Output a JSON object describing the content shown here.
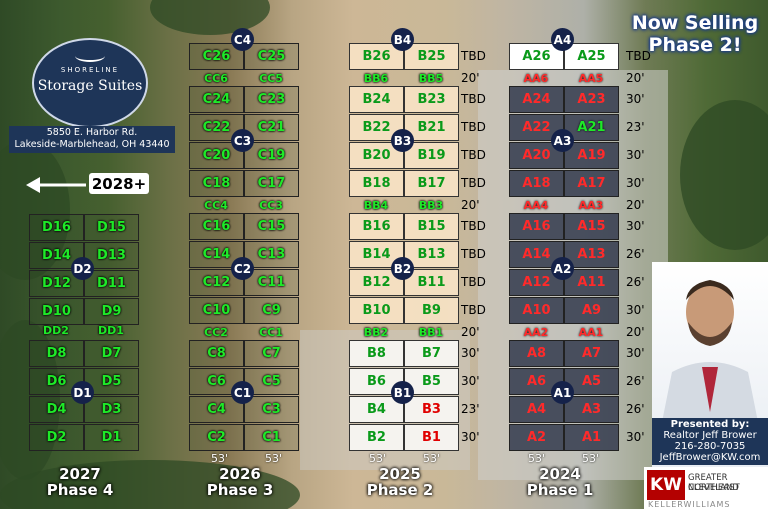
{
  "brand": {
    "name_top": "SHORELINE",
    "name_main": "Storage Suites",
    "address_line1": "5850 E. Harbor Rd.",
    "address_line2": "Lakeside-Marblehead, OH 43440"
  },
  "arrow_label": "2028+",
  "banner": {
    "line1": "Now Selling",
    "line2": "Phase 2!"
  },
  "agent": {
    "presented_by": "Presented by:",
    "name": "Realtor Jeff Brower",
    "phone": "216-280-7035",
    "email": "JeffBrower@KW.com"
  },
  "kw": {
    "mark": "KW",
    "line1": "GREATER CLEVELAND",
    "line2": "NORTHEAST",
    "line3": "KELLERWILLIAMS"
  },
  "colors": {
    "available_green": "#1eea28",
    "sold_red": "#ff2a2a",
    "badge_navy": "#15224a"
  },
  "phases": [
    {
      "year": "2027",
      "label": "Phase 4"
    },
    {
      "year": "2026",
      "label": "Phase 3"
    },
    {
      "year": "2025",
      "label": "Phase 2"
    },
    {
      "year": "2024",
      "label": "Phase 1"
    }
  ],
  "buildings": {
    "D": {
      "badges": [
        "D2",
        "D1"
      ],
      "rows": [
        [
          "D16",
          "D15"
        ],
        [
          "D14",
          "D13"
        ],
        [
          "D12",
          "D11"
        ],
        [
          "D10",
          "D9"
        ],
        [
          "DD2",
          "DD1"
        ],
        [
          "D8",
          "D7"
        ],
        [
          "D6",
          "D5"
        ],
        [
          "D4",
          "D3"
        ],
        [
          "D2",
          "D1"
        ]
      ]
    },
    "C": {
      "badges": [
        "C4",
        "C3",
        "C2",
        "C1"
      ],
      "rows": [
        [
          "C26",
          "C25"
        ],
        [
          "CC6",
          "CC5"
        ],
        [
          "C24",
          "C23"
        ],
        [
          "C22",
          "C21"
        ],
        [
          "C20",
          "C19"
        ],
        [
          "C18",
          "C17"
        ],
        [
          "CC4",
          "CC3"
        ],
        [
          "C16",
          "C15"
        ],
        [
          "C14",
          "C13"
        ],
        [
          "C12",
          "C11"
        ],
        [
          "C10",
          "C9"
        ],
        [
          "CC2",
          "CC1"
        ],
        [
          "C8",
          "C7"
        ],
        [
          "C6",
          "C5"
        ],
        [
          "C4",
          "C3"
        ],
        [
          "C2",
          "C1"
        ]
      ],
      "bottom_dims": [
        "53'",
        "53'"
      ]
    },
    "B": {
      "badges": [
        "B4",
        "B3",
        "B2",
        "B1"
      ],
      "rows": [
        [
          "B26",
          "B25"
        ],
        [
          "BB6",
          "BB5"
        ],
        [
          "B24",
          "B23"
        ],
        [
          "B22",
          "B21"
        ],
        [
          "B20",
          "B19"
        ],
        [
          "B18",
          "B17"
        ],
        [
          "BB4",
          "BB3"
        ],
        [
          "B16",
          "B15"
        ],
        [
          "B14",
          "B13"
        ],
        [
          "B12",
          "B11"
        ],
        [
          "B10",
          "B9"
        ],
        [
          "BB2",
          "BB1"
        ],
        [
          "B8",
          "B7"
        ],
        [
          "B6",
          "B5"
        ],
        [
          "B4",
          "B3"
        ],
        [
          "B2",
          "B1"
        ]
      ],
      "sold": [
        "B3",
        "B1"
      ],
      "dims": [
        "TBD",
        "20'",
        "TBD",
        "TBD",
        "TBD",
        "TBD",
        "20'",
        "TBD",
        "TBD",
        "TBD",
        "TBD",
        "20'",
        "30'",
        "30'",
        "23'",
        "30'"
      ],
      "bottom_dims": [
        "53'",
        "53'"
      ]
    },
    "A": {
      "badges": [
        "A4",
        "A3",
        "A2",
        "A1"
      ],
      "rows": [
        [
          "A26",
          "A25"
        ],
        [
          "AA6",
          "AA5"
        ],
        [
          "A24",
          "A23"
        ],
        [
          "A22",
          "A21"
        ],
        [
          "A20",
          "A19"
        ],
        [
          "A18",
          "A17"
        ],
        [
          "AA4",
          "AA3"
        ],
        [
          "A16",
          "A15"
        ],
        [
          "A14",
          "A13"
        ],
        [
          "A12",
          "A11"
        ],
        [
          "A10",
          "A9"
        ],
        [
          "AA2",
          "AA1"
        ],
        [
          "A8",
          "A7"
        ],
        [
          "A6",
          "A5"
        ],
        [
          "A4",
          "A3"
        ],
        [
          "A2",
          "A1"
        ]
      ],
      "available": [
        "A26",
        "A25",
        "A21"
      ],
      "dims": [
        "TBD",
        "20'",
        "30'",
        "23'",
        "30'",
        "30'",
        "20'",
        "30'",
        "26'",
        "26'",
        "30'",
        "20'",
        "30'",
        "26'",
        "26'",
        "30'"
      ],
      "bottom_dims": [
        "53'",
        "53'"
      ]
    }
  }
}
